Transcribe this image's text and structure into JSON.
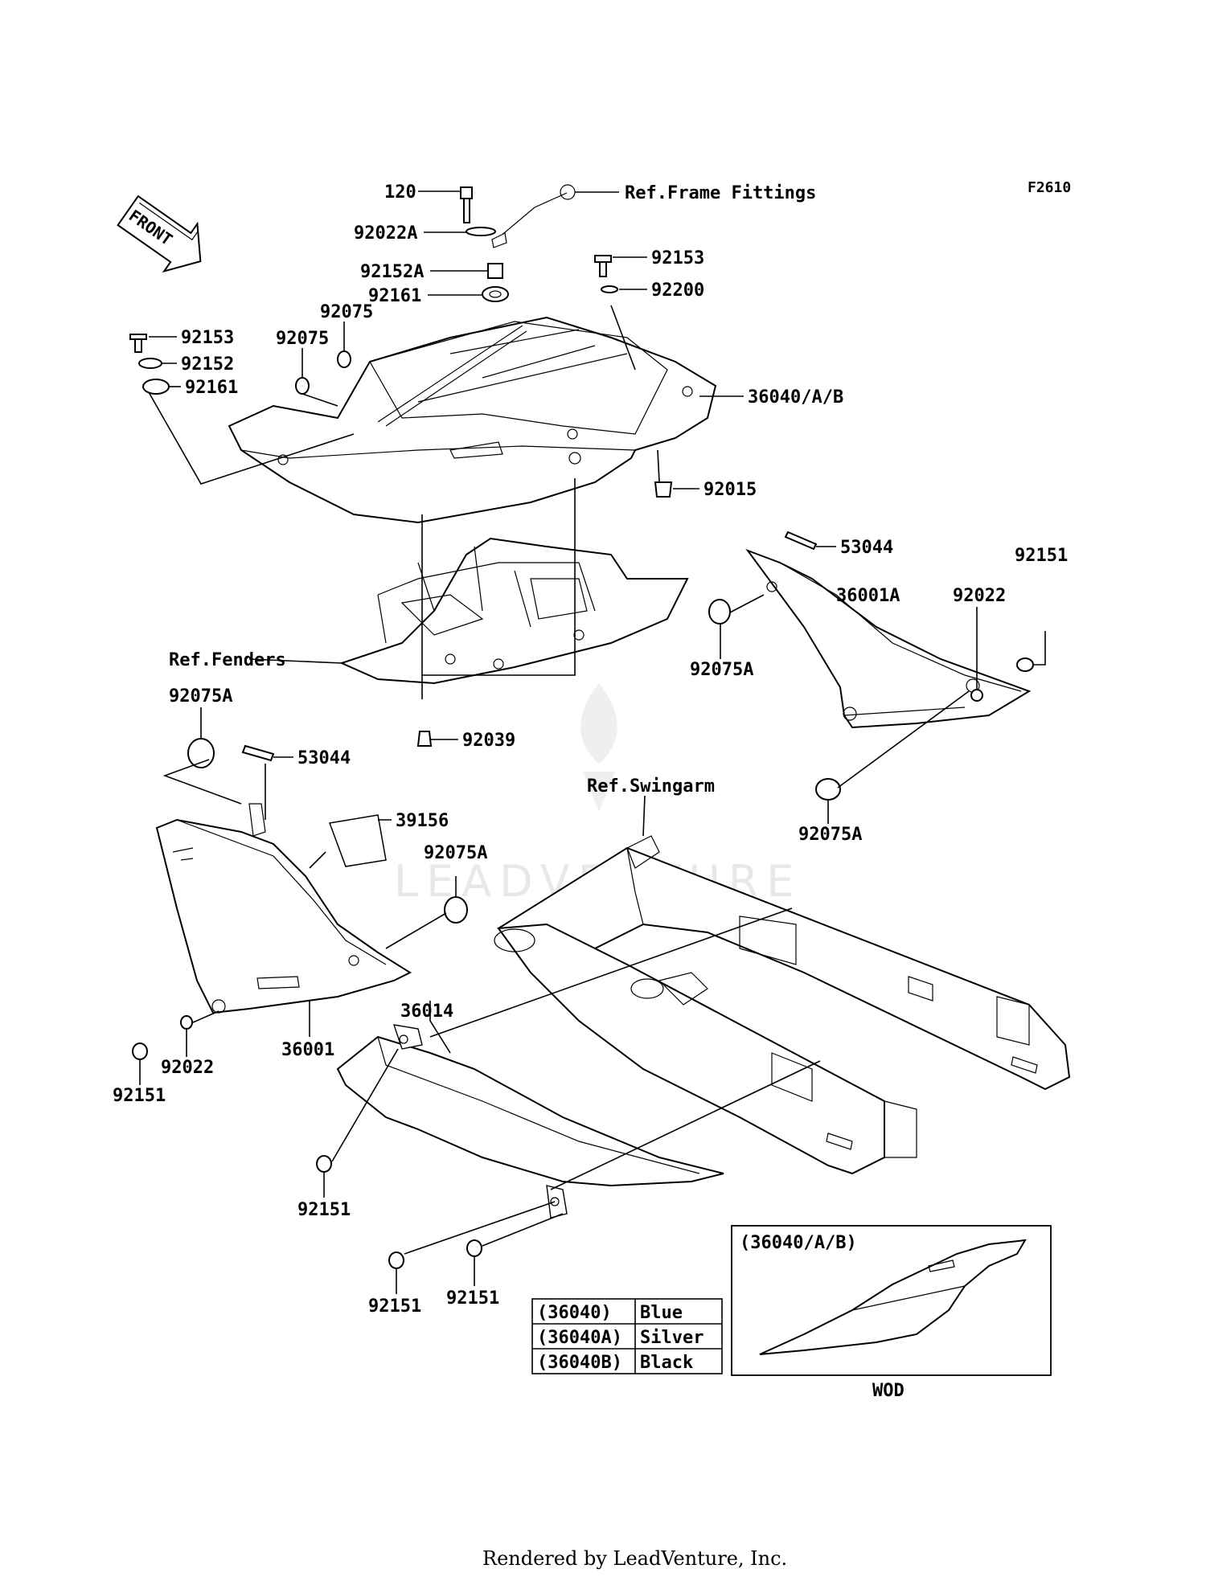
{
  "diagram_code": "F2610",
  "front_label": "FRONT",
  "watermark": "LEADVENTURE",
  "credit": "Rendered by LeadVenture, Inc.",
  "refs": {
    "frame_fittings": "Ref.Frame Fittings",
    "fenders": "Ref.Fenders",
    "swingarm": "Ref.Swingarm"
  },
  "parts": {
    "p120": "120",
    "p92022A": "92022A",
    "p92152A": "92152A",
    "p92161_top": "92161",
    "p92153_top": "92153",
    "p92200": "92200",
    "p92075_a": "92075",
    "p92075_b": "92075",
    "p92153_left": "92153",
    "p92152_left": "92152",
    "p92161_left": "92161",
    "p36040AB": "36040/A/B",
    "p92015": "92015",
    "p53044_right": "53044",
    "p92151_right": "92151",
    "p36001A": "36001A",
    "p92022_right": "92022",
    "p92075A_right1": "92075A",
    "p92075A_right2": "92075A",
    "p92039": "92039",
    "p92075A_left": "92075A",
    "p53044_left": "53044",
    "p39156": "39156",
    "p92075A_mid": "92075A",
    "p36014": "36014",
    "p36001": "36001",
    "p92022_left": "92022",
    "p92151_left": "92151",
    "p92151_b1": "92151",
    "p92151_b2": "92151",
    "p92151_b3": "92151"
  },
  "inset": {
    "title": "(36040/A/B)",
    "caption": "WOD"
  },
  "color_table": [
    {
      "code": "(36040)",
      "color": "Blue"
    },
    {
      "code": "(36040A)",
      "color": "Silver"
    },
    {
      "code": "(36040B)",
      "color": "Black"
    }
  ]
}
